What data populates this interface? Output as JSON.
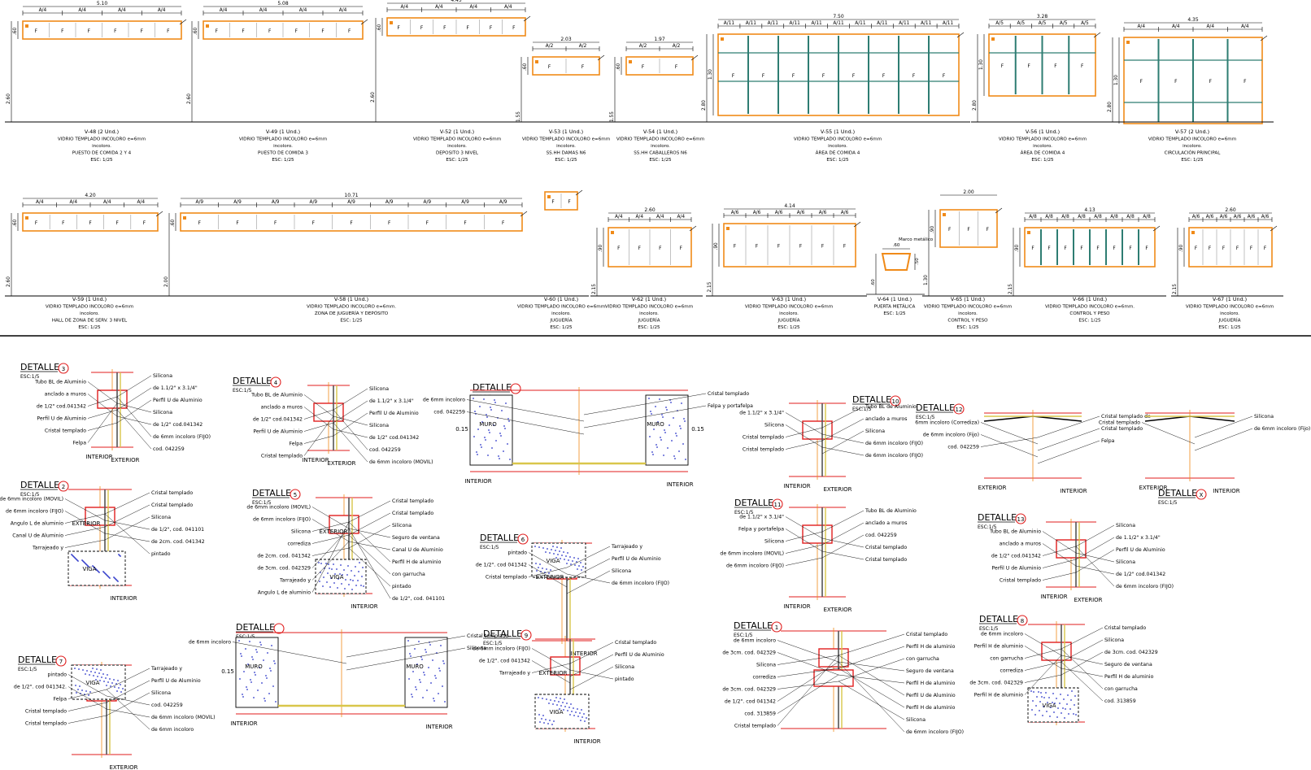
{
  "colors": {
    "frame": "#f08a18",
    "line": "#000000",
    "accent": "#e01e1e",
    "mullion": "#2e7d72",
    "concrete_dot": "#2b36c8",
    "glass": "#d9c64a"
  },
  "elevations": [
    {
      "id": "v48",
      "w": "5.10",
      "h": "2.60",
      "hb": ".60",
      "mods": [
        "A/4",
        "A/4",
        "A/4",
        "A/4"
      ],
      "fill": [
        "F",
        "F",
        "F",
        "F",
        "F",
        "F"
      ],
      "caption": [
        "V-48  (2 Und.)",
        "VIDRIO TEMPLADO INCOLORO e=6mm",
        "incoloro.",
        "PUESTO DE COMIDA 2 Y 4",
        "ESC: 1/25"
      ]
    },
    {
      "id": "v49",
      "w": "5.08",
      "h": "2.60",
      "hb": ".60",
      "mods": [
        "A/4",
        "A/4",
        "A/4",
        "A/4"
      ],
      "fill": [
        "F",
        "F",
        "F",
        "F",
        "F",
        "F"
      ],
      "caption": [
        "V-49  (1 Und.)",
        "VIDRIO TEMPLADO INCOLORO e=6mm",
        "incoloro.",
        "PUESTO DE COMIDA 3",
        "ESC: 1/25"
      ]
    },
    {
      "id": "v52",
      "w": "4.45",
      "h": "2.60",
      "hb": ".60",
      "mods": [
        "A/4",
        "A/4",
        "A/4",
        "A/4"
      ],
      "fill": [
        "F",
        "F",
        "F",
        "F",
        "F",
        "F"
      ],
      "caption": [
        "V-52  (1 Und.)",
        "VIDRIO TEMPLADO INCOLORO e=6mm",
        "incoloro.",
        "DEPOSITO 3  NIVEL",
        "ESC: 1/25"
      ]
    },
    {
      "id": "v53",
      "w": "2.03",
      "h": "1.55",
      "hb": ".60",
      "mods": [
        "A/2",
        "A/2"
      ],
      "fill": [
        "F",
        "F"
      ],
      "caption": [
        "V-53  (1 Und.)",
        "VIDRIO TEMPLADO INCOLORO e=6mm",
        "incoloro.",
        "SS.HH DAMAS N6",
        "ESC: 1/25"
      ]
    },
    {
      "id": "v54",
      "w": "1.97",
      "h": "1.55",
      "hb": ".60",
      "mods": [
        "A/2",
        "A/2"
      ],
      "fill": [
        "F",
        "F"
      ],
      "caption": [
        "V-54  (1 Und.)",
        "VIDRIO TEMPLADO INCOLORO e=6mm",
        "incoloro.",
        "SS.HH CABALLEROS N6",
        "ESC: 1/25"
      ]
    },
    {
      "id": "v55",
      "w": "7.50",
      "h": "2.80",
      "hb": "1.30",
      "mods": [
        "A/11",
        "A/11",
        "A/11",
        "A/11",
        "A/11",
        "A/11",
        "A/11",
        "A/11",
        "A/11",
        "A/11",
        "A/11"
      ],
      "fill": [
        "F",
        "F",
        "F",
        "F",
        "F",
        "F",
        "F",
        "F"
      ],
      "caption": [
        "V-55  (1 Und.)",
        "VIDRIO TEMPLADO INCOLORO e=6mm",
        "incoloro.",
        "ÁREA DE COMIDA 4",
        "ESC: 1/25"
      ]
    },
    {
      "id": "v56",
      "w": "3.28",
      "h": "2.80",
      "hb": "1.30",
      "mods": [
        "A/5",
        "A/5",
        "A/5",
        "A/5",
        "A/5"
      ],
      "fill": [
        "F",
        "F",
        "F",
        "F"
      ],
      "caption": [
        "V-56  (1 Und.)",
        "VIDRIO TEMPLADO INCOLORO e=6mm",
        "incoloro.",
        "ÁREA DE COMIDA 4",
        "ESC: 1/25"
      ]
    },
    {
      "id": "v57",
      "w": "4.35",
      "h": "2.80",
      "hb": "1.30",
      "mods": [
        "A/4",
        "A/4",
        "A/4",
        "A/4"
      ],
      "fill": [
        "F",
        "F",
        "F",
        "F"
      ],
      "caption": [
        "V-57  (2 Und.)",
        "VIDRIO TEMPLADO INCOLORO e=6mm",
        "incoloro.",
        "CIRCULACIÓN PRINCIPAL",
        "ESC: 1/25"
      ]
    },
    {
      "id": "v59",
      "w": "4.20",
      "h": "2.60",
      "hb": ".60",
      "mods": [
        "A/4",
        "A/4",
        "A/4",
        "A/4"
      ],
      "fill": [
        "F",
        "F",
        "F",
        "F",
        "F"
      ],
      "caption": [
        "V-59  (1 Und.)",
        "VIDRIO TEMPLADO INCOLORO e=6mm",
        "incoloro.",
        "HALL DE ZONA DE SERV. 3 NIVEL",
        "ESC: 1/25"
      ]
    },
    {
      "id": "v58",
      "w": "10.71",
      "h": "2.00",
      "hb": ".60",
      "mods": [
        "A/9",
        "A/9",
        "A/9",
        "A/9",
        "A/9",
        "A/9",
        "A/9",
        "A/9",
        "A/9"
      ],
      "fill": [
        "F",
        "F",
        "F",
        "F",
        "F",
        "F",
        "F",
        "F",
        "F"
      ],
      "caption": [
        "V-58  (1 Und.)",
        "VIDRIO TEMPLADO INCOLORO e=6mm.",
        "ZONA DE JUGUERÍA Y DEPÓSITO",
        "ESC: 1/25"
      ]
    },
    {
      "id": "v60",
      "w": "",
      "h": "",
      "hb": "",
      "mods": [],
      "fill": [
        "F",
        "F"
      ],
      "caption": [
        "V-60  (1 Und.)",
        "VIDRIO TEMPLADO INCOLORO e=6mm",
        "incoloro.",
        "JUGUERÍA",
        "ESC: 1/25"
      ]
    },
    {
      "id": "v62",
      "w": "2.60",
      "h": "2.15",
      "hb": ".90",
      "mods": [
        "A/4",
        "A/4",
        "A/4",
        "A/4"
      ],
      "fill": [
        "F",
        "F",
        "F",
        "F"
      ],
      "caption": [
        "V-62  (1 Und.)",
        "VIDRIO TEMPLADO INCOLORO e=6mm",
        "incoloro.",
        "JUGUERÍA",
        "ESC: 1/25"
      ]
    },
    {
      "id": "v63",
      "w": "4.14",
      "h": "2.15",
      "hb": ".90",
      "mods": [
        "A/6",
        "A/6",
        "A/6",
        "A/6",
        "A/6",
        "A/6"
      ],
      "fill": [
        "F",
        "F",
        "F",
        "F",
        "F",
        "F"
      ],
      "caption": [
        "V-63  (1 Und.)",
        "VIDRIO TEMPLADO INCOLORO e=6mm",
        "incoloro.",
        "JUGUERÍA",
        "ESC: 1/25"
      ]
    },
    {
      "id": "v64",
      "w": ".60",
      "h": ".50",
      "hb": ".60",
      "mods": [],
      "fill": [],
      "caption": [
        "V-64  (1 Und.)",
        "PUERTA METÁLICA",
        "ESC: 1/25"
      ]
    },
    {
      "id": "v65",
      "w": "2.00",
      "h": "1.30",
      "hb": ".90",
      "mods": [],
      "fill": [
        "F",
        "F",
        "F"
      ],
      "caption": [
        "V-65  (1 Und.)",
        "VIDRIO TEMPLADO INCOLORO e=6mm",
        "incoloro.",
        "CONTROL Y PESO",
        "ESC: 1/25"
      ]
    },
    {
      "id": "v66",
      "w": "4.13",
      "h": "2.15",
      "hb": ".90",
      "mods": [
        "A/8",
        "A/8",
        "A/8",
        "A/8",
        "A/8",
        "A/8",
        "A/8",
        "A/8"
      ],
      "fill": [
        "F",
        "F",
        "F",
        "F",
        "F",
        "F",
        "F",
        "F"
      ],
      "caption": [
        "V-66  (1 Und.)",
        "VIDRIO TEMPLADO INCOLORO e=6mm.",
        "CONTROL Y PESO",
        "ESC: 1/25"
      ]
    },
    {
      "id": "v67",
      "w": "2.60",
      "h": "2.15",
      "hb": ".90",
      "mods": [
        "A/6",
        "A/6",
        "A/6",
        "A/6",
        "A/6",
        "A/6"
      ],
      "fill": [
        "F",
        "F",
        "F",
        "F",
        "F",
        "F"
      ],
      "caption": [
        "V-67  (1 Und.)",
        "VIDRIO TEMPLADO INCOLORO e=6mm",
        "incoloro.",
        "JUGUERÍA",
        "ESC: 1/25"
      ]
    }
  ],
  "v64_label": "Marco metálico",
  "details": [
    {
      "id": "d3",
      "title": "DETALLE",
      "num": "3",
      "scale": "ESC:1/5",
      "labels": [
        "Silicona",
        "Tubo BL de Aluminio",
        "de 1.1/2\" x 3.1/4\"",
        "anclado a muros",
        "Perfil U de Aluminio",
        "de 1/2\" cod.041342",
        "Silicona",
        "Perfil U de Aluminio",
        "de 1/2\" cod.041342",
        "Cristal templado",
        "de 6mm incoloro (FIJO)",
        "Felpa",
        "cod. 042259",
        "INTERIOR",
        "EXTERIOR"
      ]
    },
    {
      "id": "d4",
      "title": "DETALLE",
      "num": "4",
      "scale": "ESC:1/5",
      "labels": [
        "Silicona",
        "Tubo BL de Aluminio",
        "de 1.1/2\" x 3.1/4\"",
        "anclado a muros",
        "Perfil U de Aluminio",
        "de 1/2\" cod.041342",
        "Silicona",
        "Perfil U de Aluminio",
        "de 1/2\" cod.041342",
        "Felpa",
        "cod. 042259",
        "Cristal templado",
        "de 6mm incoloro (MOVIL)",
        "INTERIOR",
        "EXTERIOR"
      ]
    },
    {
      "id": "d_pair_top",
      "title": "DETALLE",
      "num": "",
      "scale": "ESC:1/5",
      "labels": [
        "INTERIOR",
        "INTERIOR",
        "MURO",
        "MURO",
        "Cristal templado",
        "de 6mm incoloro",
        "Felpa y portafelpa",
        "cod. 042259",
        "0.15",
        "0.15"
      ]
    },
    {
      "id": "d10",
      "title": "DETALLE",
      "num": "10",
      "scale": "ESC:1/5",
      "labels": [
        "Tubo BL de Aluminio",
        "de 1.1/2\" x 3.1/4\"",
        "anclado a muros",
        "INTERIOR",
        "Silicona",
        "Silicona",
        "Cristal templado",
        "de 6mm incoloro (FIJO)",
        "Cristal templado",
        "de 6mm incoloro (FIJO)",
        "EXTERIOR"
      ]
    },
    {
      "id": "d12",
      "title": "DETALLE",
      "num": "12",
      "scale": "ESC:1/5",
      "labels": [
        "EXTERIOR",
        "Cristal templado de",
        "6mm incoloro (Corrediza)",
        "Cristal templado",
        "de 6mm incoloro (Fijo)",
        "Felpa",
        "cod. 042259",
        "INTERIOR"
      ]
    },
    {
      "id": "d12b",
      "title": "",
      "num": "",
      "scale": "",
      "labels": [
        "EXTERIOR",
        "Silicona",
        "Cristal templado",
        "de 6mm incoloro (Fijo)",
        "INTERIOR"
      ]
    },
    {
      "id": "d2",
      "title": "DETALLE",
      "num": "2",
      "scale": "ESC:1/5",
      "labels": [
        "Cristal templado",
        "de 6mm incoloro (MOVIL)",
        "Cristal templado",
        "de 6mm incoloro (FIJO)",
        "Silicona",
        "Angulo L de aluminio",
        "de 1/2\", cod. 041101",
        "Canal U de Aluminio",
        "de 2cm. cod. 041342",
        "Tarrajeado y",
        "pintado",
        "VIGA",
        "INTERIOR",
        "EXTERIOR"
      ]
    },
    {
      "id": "d5",
      "title": "DETALLE",
      "num": "5",
      "scale": "ESC:1/5",
      "labels": [
        "Cristal templado",
        "de 6mm incoloro (MOVIL)",
        "Cristal templado",
        "de 6mm incoloro (FIJO)",
        "Silicona",
        "Silicona",
        "Seguro de ventana",
        "corrediza",
        "Canal U de Aluminio",
        "de 2cm. cod. 041342",
        "Perfil H de aluminio",
        "de 3cm. cod. 042329",
        "con garrucha",
        "Tarrajeado y",
        "pintado",
        "Angulo L de aluminio",
        "de 1/2\", cod. 041101",
        "VIGA",
        "INTERIOR",
        "EXTERIOR"
      ]
    },
    {
      "id": "d6",
      "title": "DETALLE",
      "num": "6",
      "scale": "ESC:1/5",
      "labels": [
        "Tarrajeado y",
        "pintado",
        "Perfil U de Aluminio",
        "de 1/2\". cod 041342",
        "Silicona",
        "Cristal templado",
        "de 6mm incoloro (FIJO)",
        "VIGA",
        "INTERIOR",
        "EXTERIOR"
      ]
    },
    {
      "id": "d11",
      "title": "DETALLE",
      "num": "11",
      "scale": "ESC:1/5",
      "labels": [
        "Tubo BL de Aluminio",
        "de 1.1/2\" x 3.1/4\"",
        "anclado a muros",
        "INTERIOR",
        "Felpa y portafelpa",
        "cod. 042259",
        "Silicona",
        "Cristal templado",
        "de 6mm incoloro (MOVIL)",
        "Cristal templado",
        "de 6mm incoloro (FIJO)",
        "EXTERIOR"
      ]
    },
    {
      "id": "dx",
      "title": "DETALLE",
      "num": "X",
      "scale": "ESC:1/5",
      "labels": []
    },
    {
      "id": "d13",
      "title": "DETALLE",
      "num": "13",
      "scale": "ESC:1/5",
      "labels": [
        "Silicona",
        "Tubo BL de Aluminio",
        "de 1.1/2\" x 3.1/4\"",
        "anclado a muros",
        "Perfil U de Aluminio",
        "de 1/2\" cod.041342",
        "Silicona",
        "Perfil U de Aluminio",
        "de 1/2\" cod.041342",
        "Cristal templado",
        "de 6mm incoloro (FIJO)",
        "INTERIOR",
        "EXTERIOR"
      ]
    },
    {
      "id": "d7",
      "title": "DETALLE",
      "num": "7",
      "scale": "ESC:1/5",
      "labels": [
        "Tarrajeado y",
        "pintado",
        "Perfil U de Aluminio",
        "de 1/2\". cod 041342.",
        "Silicona",
        "Felpa",
        "cod. 042259",
        "Cristal templado",
        "de 6mm incoloro (MOVIL)",
        "Cristal templado",
        "de 6mm incoloro",
        "VIGA",
        "EXTERIOR"
      ]
    },
    {
      "id": "d_pair_bottom",
      "title": "DETALLE",
      "num": "",
      "scale": "ESC:1/5",
      "labels": [
        "INTERIOR",
        "INTERIOR",
        "MURO",
        "MURO",
        "Cristal templado",
        "de 6mm incoloro",
        "Silicona",
        "0.15"
      ]
    },
    {
      "id": "d9",
      "title": "DETALLE",
      "num": "9",
      "scale": "ESC:1/5",
      "labels": [
        "Cristal templado",
        "de 6mm incoloro (FIJO)",
        "Perfil U de Aluminio",
        "de 1/2\". cod 041342",
        "Silicona",
        "Tarrajeado y",
        "pintado",
        "VIGA",
        "INTERIOR",
        "EXTERIOR"
      ]
    },
    {
      "id": "d1",
      "title": "DETALLE",
      "num": "1",
      "scale": "ESC:1/5",
      "labels": [
        "Cristal templado",
        "de 6mm incoloro",
        "Perfil H de aluminio",
        "de 3cm. cod. 042329",
        "con garrucha",
        "Silicona",
        "Seguro de ventana",
        "corrediza",
        "Perfil H de aluminio",
        "de 3cm. cod. 042329",
        "Perfil U de Aluminio",
        "de 1/2\". cod 041342",
        "Perfil H de aluminio",
        "cod. 313859",
        "Silicona",
        "Cristal templado",
        "de 6mm incoloro (FIJO)"
      ]
    },
    {
      "id": "d8",
      "title": "DETALLE",
      "num": "8",
      "scale": "ESC:1/5",
      "labels": [
        "Cristal templado",
        "de 6mm incoloro",
        "Silicona",
        "Perfil H de aluminio",
        "de 3cm. cod. 042329",
        "con garrucha",
        "Seguro de ventana",
        "corrediza",
        "Perfil H de aluminio",
        "de 3cm. cod. 042329",
        "con garrucha",
        "Perfil H de aluminio",
        "cod. 313859",
        "VIGA"
      ]
    }
  ]
}
